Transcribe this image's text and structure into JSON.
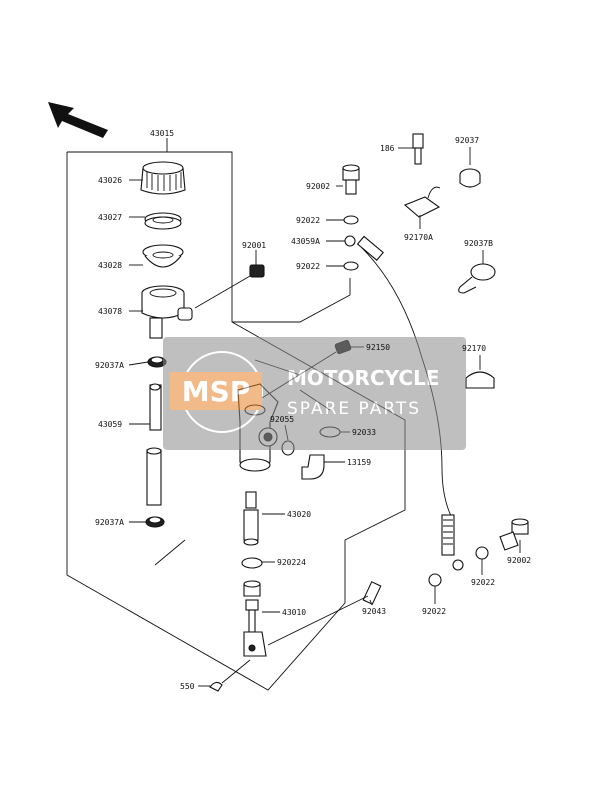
{
  "labels": {
    "l43015": "43015",
    "l43026": "43026",
    "l43027": "43027",
    "l43028": "43028",
    "l43078": "43078",
    "l92037A_top": "92037A",
    "l43059": "43059",
    "l92037A_bot": "92037A",
    "l92001": "92001",
    "l92002_top": "92002",
    "l92022_a": "92022",
    "l43059A": "43059A",
    "l92022_b": "92022",
    "l186": "186",
    "l92037": "92037",
    "l92170A": "92170A",
    "l92037B": "92037B",
    "l92150": "92150",
    "l92170": "92170",
    "l92055": "92055",
    "l92033": "92033",
    "l13159": "13159",
    "l43020": "43020",
    "l920224": "920224",
    "l43010": "43010",
    "l92043": "92043",
    "l550": "550",
    "l92022_c": "92022",
    "l92022_d": "92022",
    "l92002_bot": "92002"
  },
  "watermark": {
    "logo": "MSP",
    "title": "MOTORCYCLE",
    "subtitle": "SPARE PARTS"
  },
  "colors": {
    "line": "#111111",
    "watermark_bg": "#8c8c8c",
    "watermark_logo": "#e8832a"
  },
  "icons": {
    "arrow": "front-direction-arrow-icon"
  }
}
